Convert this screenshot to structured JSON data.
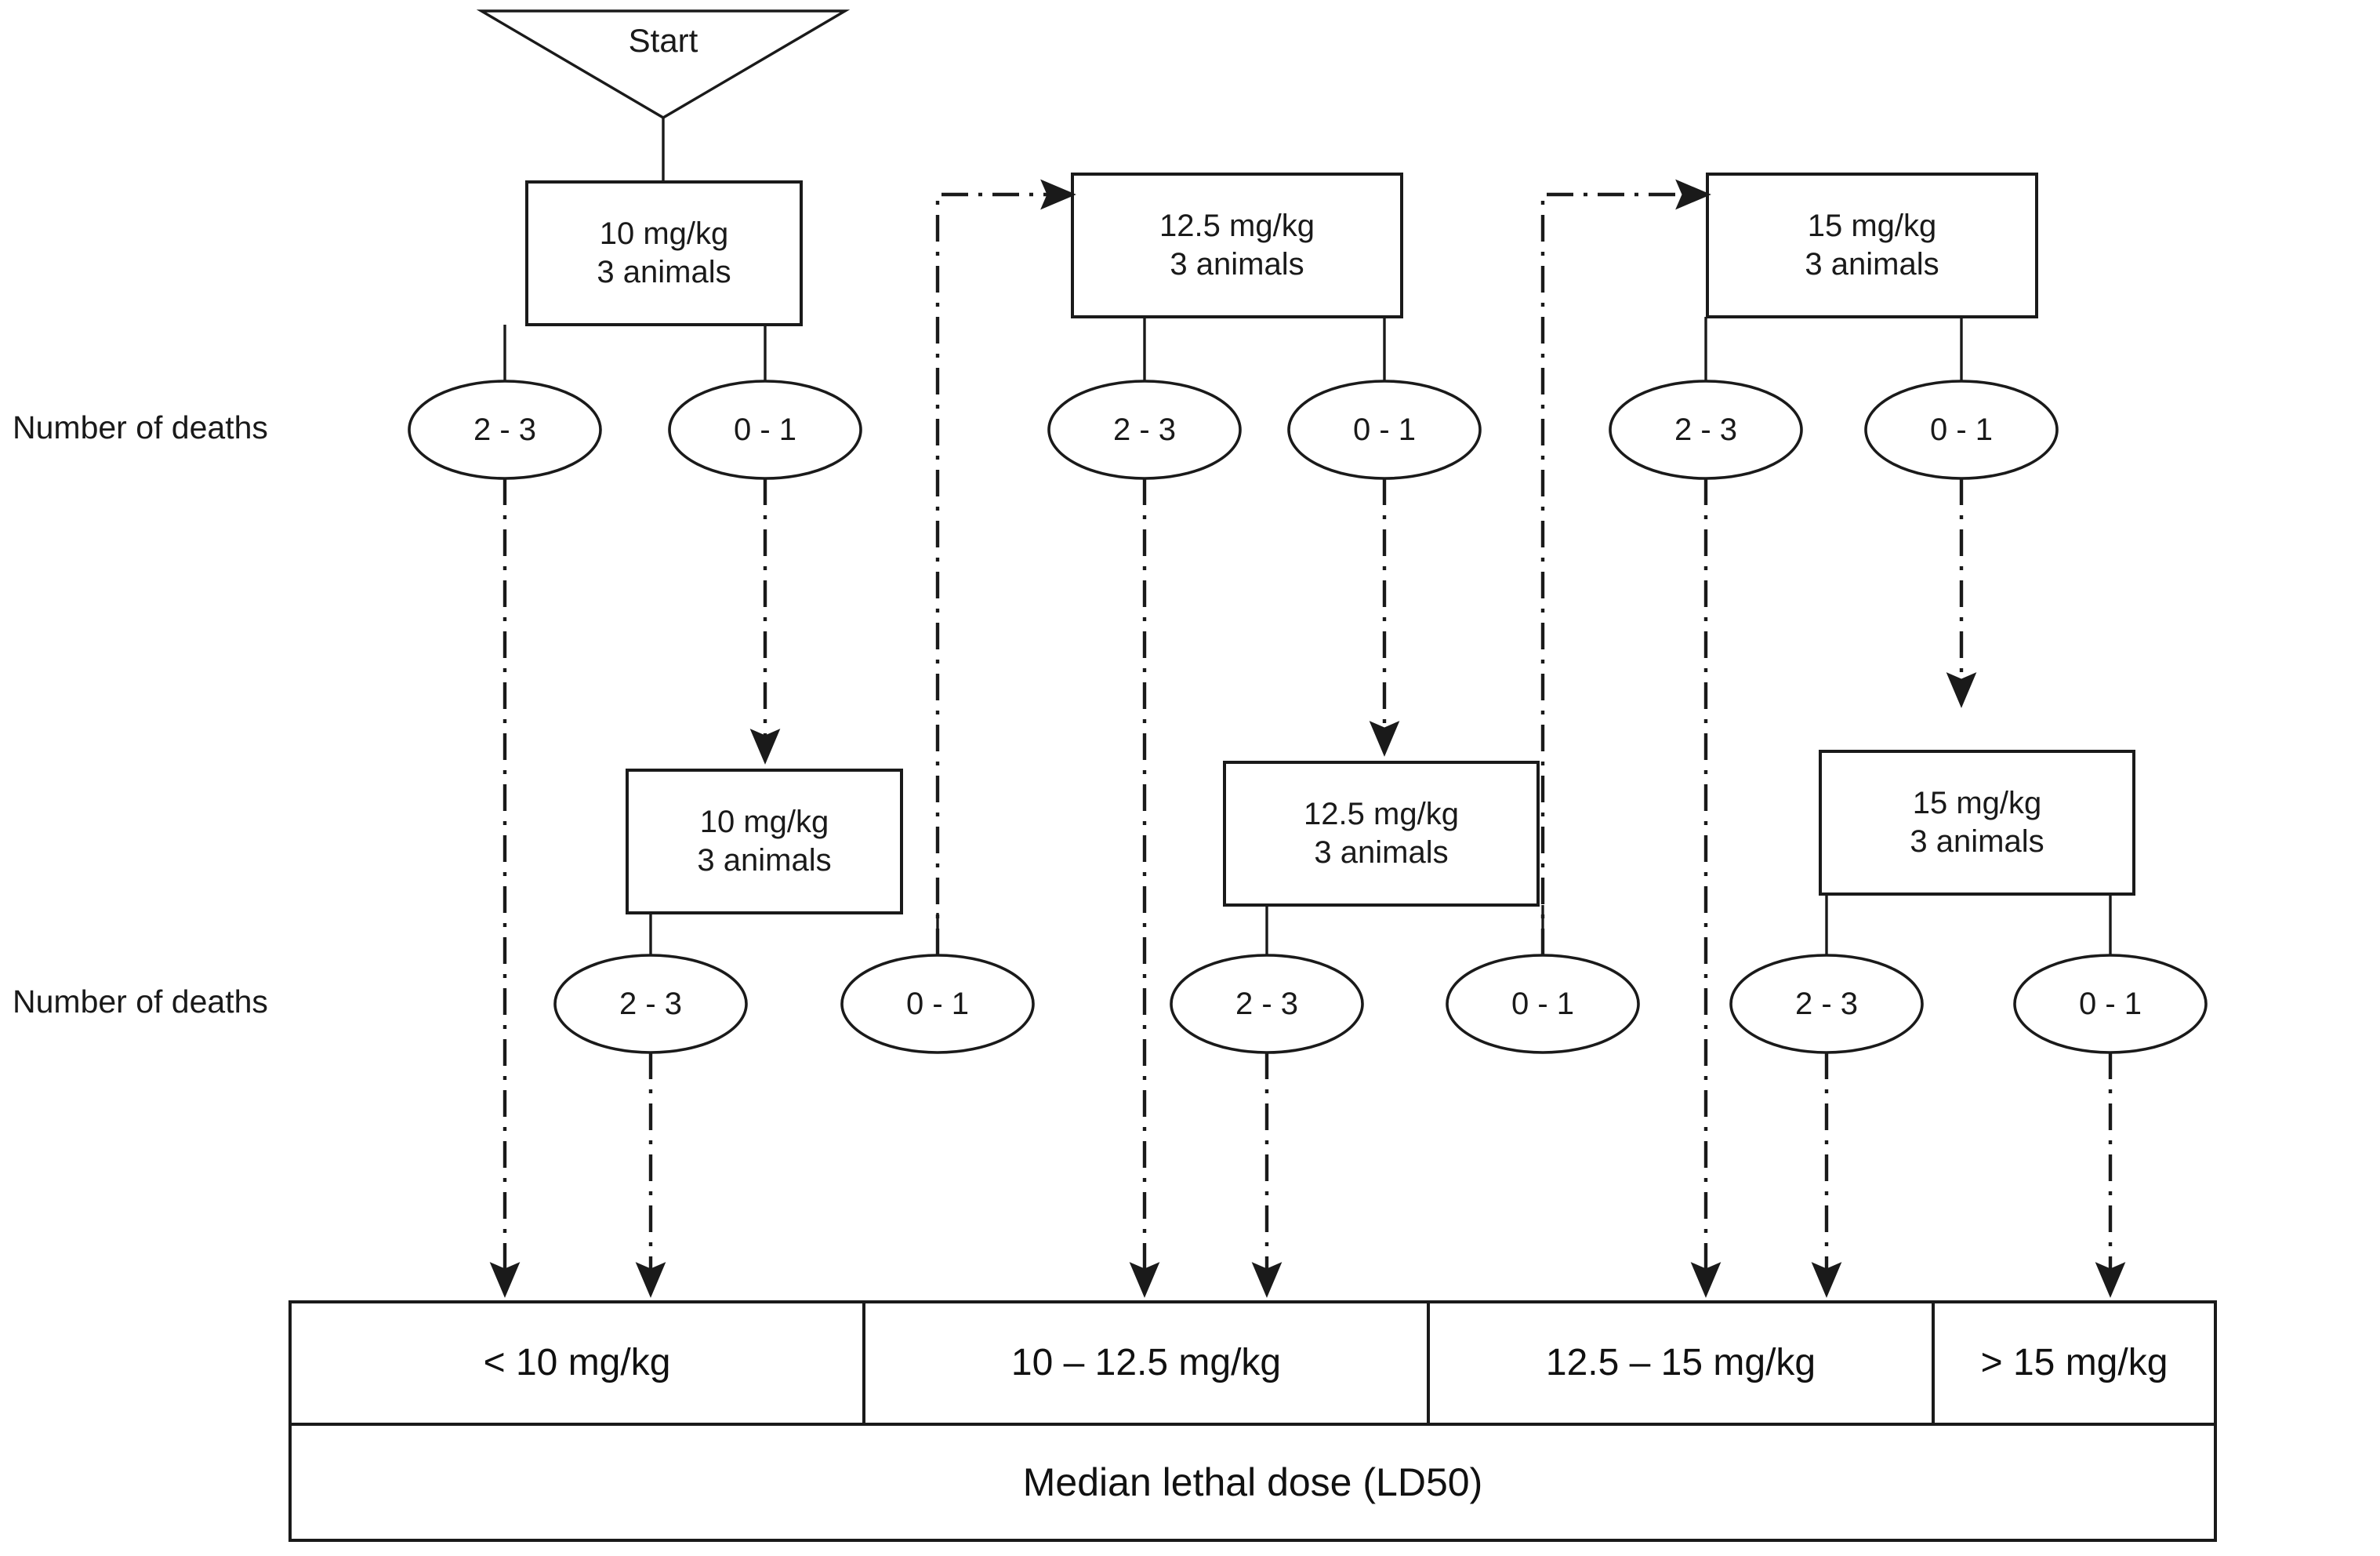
{
  "diagram": {
    "title_node": {
      "label": "Start",
      "shape": "inverted-triangle"
    },
    "row_labels": [
      {
        "id": "deaths-row-1",
        "text": "Number  of  deaths"
      },
      {
        "id": "deaths-row-2",
        "text": "Number  of  deaths"
      }
    ],
    "dose_boxes_top": [
      {
        "id": "box-top-10",
        "dose": "10 mg/kg",
        "animals": "3 animals"
      },
      {
        "id": "box-top-12-5",
        "dose": "12.5 mg/kg",
        "animals": "3 animals"
      },
      {
        "id": "box-top-15",
        "dose": "15 mg/kg",
        "animals": "3 animals"
      }
    ],
    "dose_boxes_mid": [
      {
        "id": "box-mid-10",
        "dose": "10 mg/kg",
        "animals": "3 animals"
      },
      {
        "id": "box-mid-12-5",
        "dose": "12.5 mg/kg",
        "animals": "3 animals"
      },
      {
        "id": "box-mid-15",
        "dose": "15 mg/kg",
        "animals": "3 animals"
      }
    ],
    "deaths_row_1": [
      {
        "id": "e1-1",
        "text": "2 - 3"
      },
      {
        "id": "e1-2",
        "text": "0 - 1"
      },
      {
        "id": "e1-3",
        "text": "2 - 3"
      },
      {
        "id": "e1-4",
        "text": "0 - 1"
      },
      {
        "id": "e1-5",
        "text": "2 - 3"
      },
      {
        "id": "e1-6",
        "text": "0 - 1"
      }
    ],
    "deaths_row_2": [
      {
        "id": "e2-1",
        "text": "2 - 3"
      },
      {
        "id": "e2-2",
        "text": "0 - 1"
      },
      {
        "id": "e2-3",
        "text": "2 - 3"
      },
      {
        "id": "e2-4",
        "text": "0 - 1"
      },
      {
        "id": "e2-5",
        "text": "2 - 3"
      },
      {
        "id": "e2-6",
        "text": "0 - 1"
      }
    ],
    "result_table": {
      "cells": [
        {
          "id": "cell-lt-10",
          "text": "< 10 mg/kg"
        },
        {
          "id": "cell-10-12-5",
          "text": "10 – 12.5 mg/kg"
        },
        {
          "id": "cell-12-5-15",
          "text": "12.5 – 15 mg/kg"
        },
        {
          "id": "cell-gt-15",
          "text": "> 15 mg/kg"
        }
      ],
      "summary": "Median lethal dose (LD50)"
    },
    "colors": {
      "stroke": "#1a1a1a",
      "background": "#ffffff",
      "text": "#1a1a1a"
    }
  }
}
